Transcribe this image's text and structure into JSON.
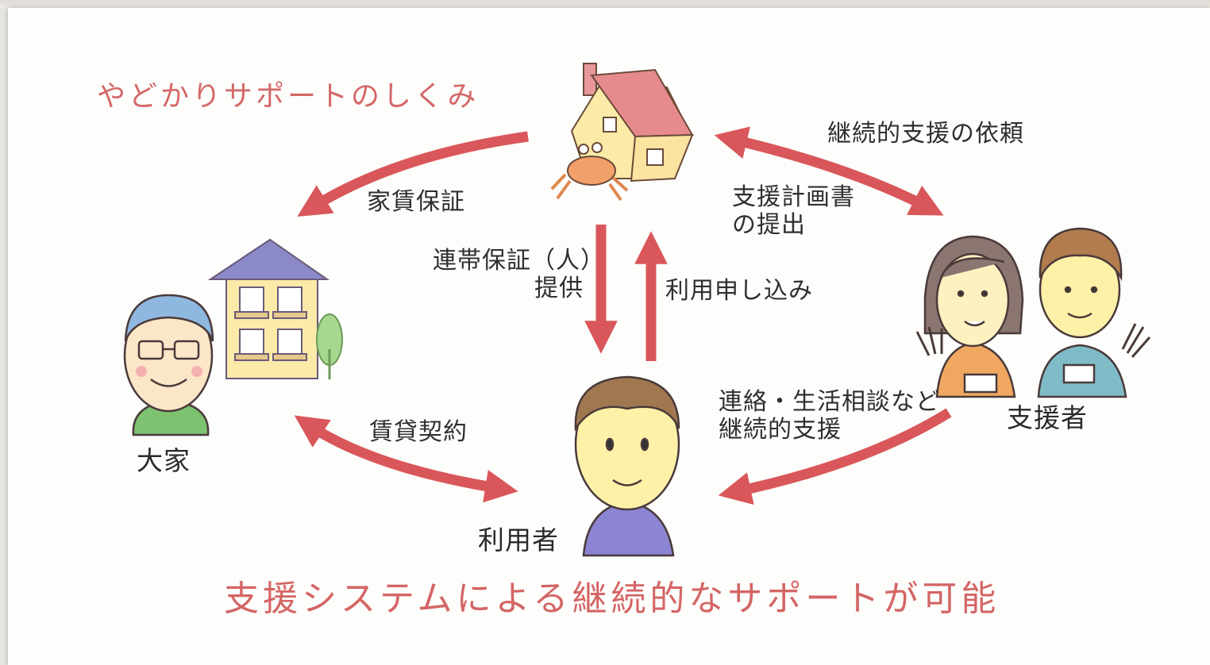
{
  "title": "やどかりサポートのしくみ",
  "tagline": "支援システムによる継続的なサポートが可能",
  "actors": {
    "landlord": "大家",
    "user": "利用者",
    "supporters": "支援者"
  },
  "flows": {
    "rent_guarantee": "家賃保証",
    "joint_guarantee_line1": "連帯保証（人）",
    "joint_guarantee_line2": "提供",
    "application": "利用申し込み",
    "lease_contract": "賃貸契約",
    "support_request": "継続的支援の依頼",
    "plan_submission_line1": "支援計画書",
    "plan_submission_line2": "の提出",
    "contact_line1": "連絡・生活相談など",
    "contact_line2": "継続的支援"
  },
  "colors": {
    "arrow": "#d9575a",
    "title": "#d46868",
    "text": "#2f2f2f"
  },
  "icons": [
    "house-with-hermit-crab-icon",
    "apartment-building-icon",
    "landlord-person-icon",
    "user-person-icon",
    "supporter-woman-icon",
    "supporter-man-icon"
  ]
}
